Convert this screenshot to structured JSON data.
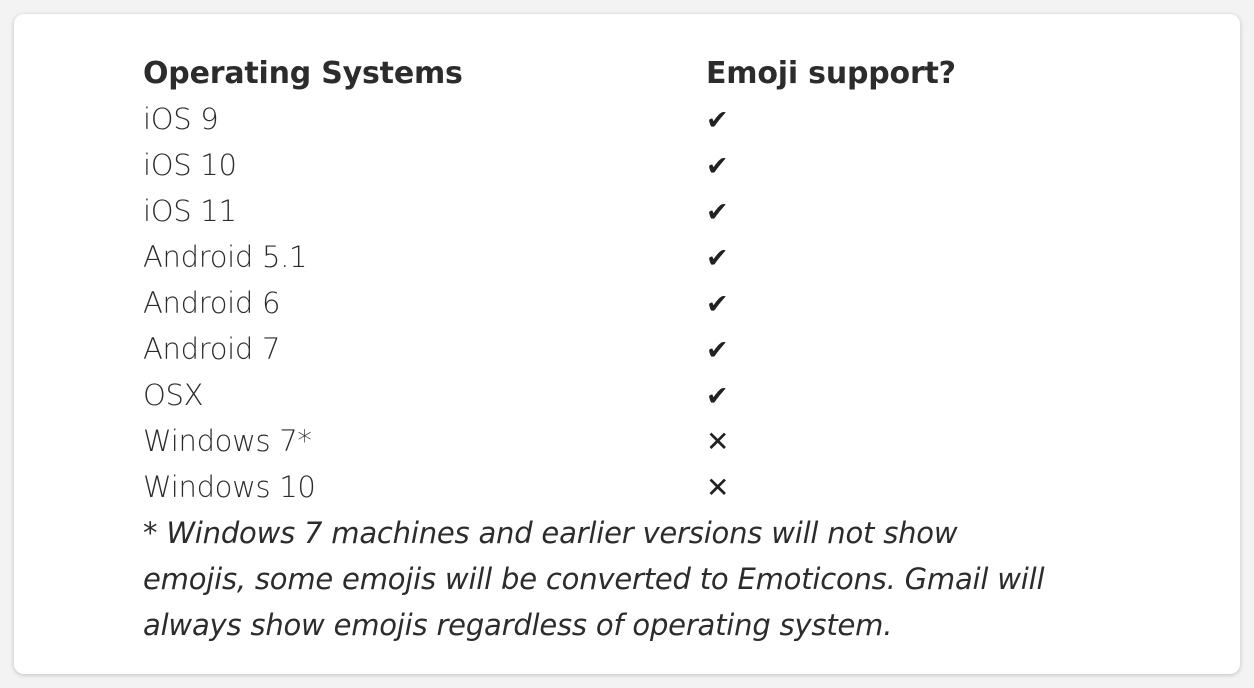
{
  "table": {
    "header": {
      "os": "Operating Systems",
      "support": "Emoji support?"
    },
    "rows": [
      {
        "os": "iOS 9",
        "support": "✔",
        "support_icon": "check-icon"
      },
      {
        "os": "iOS 10",
        "support": "✔",
        "support_icon": "check-icon"
      },
      {
        "os": "iOS 11",
        "support": "✔",
        "support_icon": "check-icon"
      },
      {
        "os": "Android 5.1",
        "support": "✔",
        "support_icon": "check-icon"
      },
      {
        "os": "Android 6",
        "support": "✔",
        "support_icon": "check-icon"
      },
      {
        "os": "Android 7",
        "support": "✔",
        "support_icon": "check-icon"
      },
      {
        "os": "OSX",
        "support": "✔",
        "support_icon": "check-icon"
      },
      {
        "os": "Windows 7*",
        "support": "✕",
        "support_icon": "cross-icon"
      },
      {
        "os": "Windows 10",
        "support": "✕",
        "support_icon": "cross-icon"
      }
    ]
  },
  "footnote": {
    "line1": "* Windows 7 machines and earlier versions will not show",
    "line2": "emojis, some emojis will be converted to Emoticons. Gmail will",
    "line3": "always show emojis regardless of operating system."
  }
}
